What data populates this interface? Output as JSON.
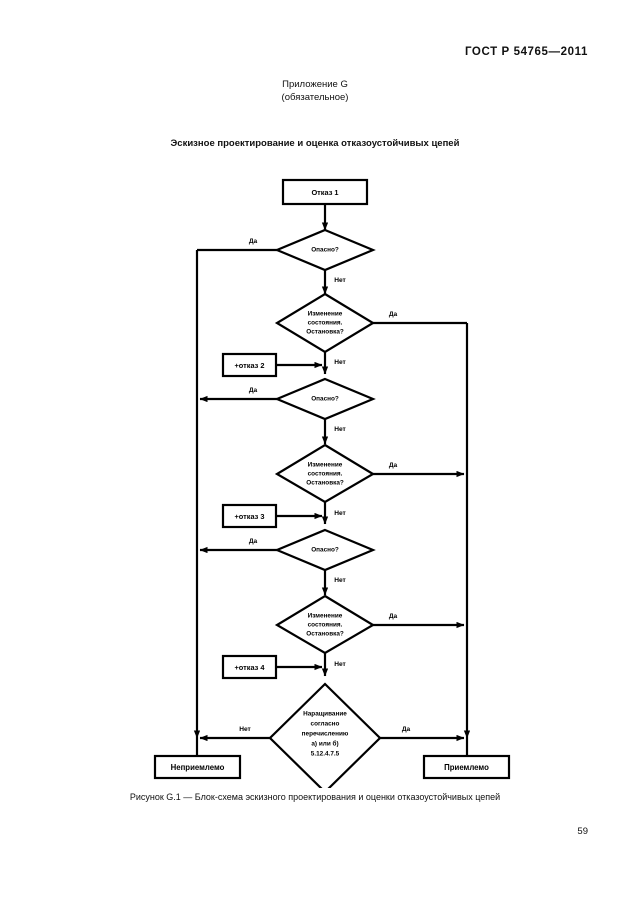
{
  "document": {
    "header": "ГОСТ Р 54765—2011",
    "annex_label": "Приложение G",
    "annex_status": "(обязательное)",
    "figure_title": "Эскизное проектирование и оценка отказоустойчивых цепей",
    "caption": "Рисунок G.1 — Блок-схема эскизного проектирования и оценки отказоустойчивых цепей",
    "page_number": "59"
  },
  "chart_data": {
    "type": "diagram",
    "subtype": "flowchart",
    "title": "Эскизное проектирование и оценка отказоустойчивых цепей",
    "orientation": "top-to-bottom",
    "nodes": [
      {
        "id": "start",
        "shape": "rectangle",
        "label": "Отказ 1"
      },
      {
        "id": "danger1",
        "shape": "diamond",
        "label": "Опасно?"
      },
      {
        "id": "change1",
        "shape": "diamond",
        "label": "Изменение состояния. Остановка?"
      },
      {
        "id": "fault2",
        "shape": "rectangle",
        "label": "+отказ 2"
      },
      {
        "id": "danger2",
        "shape": "diamond",
        "label": "Опасно?"
      },
      {
        "id": "change2",
        "shape": "diamond",
        "label": "Изменение состояния. Остановка?"
      },
      {
        "id": "fault3",
        "shape": "rectangle",
        "label": "+отказ 3"
      },
      {
        "id": "danger3",
        "shape": "diamond",
        "label": "Опасно?"
      },
      {
        "id": "change3",
        "shape": "diamond",
        "label": "Изменение состояния. Остановка?"
      },
      {
        "id": "fault4",
        "shape": "rectangle",
        "label": "+отказ 4"
      },
      {
        "id": "growth",
        "shape": "diamond",
        "label": "Наращивание согласно перечислению а) или б) 5.12.4.7.5"
      },
      {
        "id": "reject",
        "shape": "rectangle",
        "label": "Неприемлемо"
      },
      {
        "id": "accept",
        "shape": "rectangle",
        "label": "Приемлемо"
      }
    ],
    "node_lines": {
      "change_lines": [
        "Изменение",
        "состояния.",
        "Остановка?"
      ],
      "growth_lines": [
        "Наращивание",
        "согласно",
        "перечислению",
        "а) или б)",
        "5.12.4.7.5"
      ]
    },
    "edges": [
      {
        "from": "start",
        "to": "danger1",
        "label": ""
      },
      {
        "from": "danger1",
        "to": "reject",
        "label": "Да"
      },
      {
        "from": "danger1",
        "to": "change1",
        "label": "Нет"
      },
      {
        "from": "change1",
        "to": "accept",
        "label": "Да"
      },
      {
        "from": "change1",
        "to": "danger2",
        "label": "Нет"
      },
      {
        "from": "fault2",
        "to": "danger2",
        "label": ""
      },
      {
        "from": "danger2",
        "to": "reject",
        "label": "Да"
      },
      {
        "from": "danger2",
        "to": "change2",
        "label": "Нет"
      },
      {
        "from": "change2",
        "to": "accept",
        "label": "Да"
      },
      {
        "from": "change2",
        "to": "danger3",
        "label": "Нет"
      },
      {
        "from": "fault3",
        "to": "danger3",
        "label": ""
      },
      {
        "from": "danger3",
        "to": "reject",
        "label": "Да"
      },
      {
        "from": "danger3",
        "to": "change3",
        "label": "Нет"
      },
      {
        "from": "change3",
        "to": "accept",
        "label": "Да"
      },
      {
        "from": "change3",
        "to": "growth",
        "label": "Нет"
      },
      {
        "from": "fault4",
        "to": "growth",
        "label": ""
      },
      {
        "from": "growth",
        "to": "reject",
        "label": "Нет"
      },
      {
        "from": "growth",
        "to": "accept",
        "label": "Да"
      }
    ],
    "branch_labels": {
      "yes": "Да",
      "no": "Нет"
    },
    "labels": {
      "start": "Отказ 1",
      "danger": "Опасно?",
      "fault2": "+отказ 2",
      "fault3": "+отказ 3",
      "fault4": "+отказ 4",
      "reject": "Неприемлемо",
      "accept": "Приемлемо",
      "da1": "Да",
      "da2": "Да",
      "da3": "Да",
      "da4": "Да",
      "da5": "Да",
      "da6": "Да",
      "da7": "Да",
      "net1": "Нет",
      "net2": "Нет",
      "net3": "Нет",
      "net4": "Нет",
      "net5": "Нет",
      "net6": "Нет",
      "net7": "Нет"
    },
    "colors": {
      "stroke": "#000000",
      "fill": "#ffffff",
      "text": "#111111"
    }
  }
}
